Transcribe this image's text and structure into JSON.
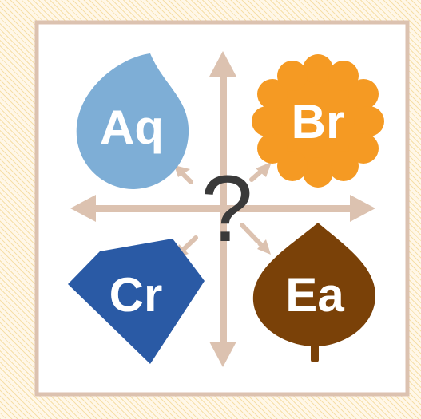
{
  "quadrants": {
    "top_left": {
      "label": "Aq",
      "shape": "water-drop-icon",
      "color": "#7eaed6"
    },
    "top_right": {
      "label": "Br",
      "shape": "flower-icon",
      "color": "#f59a23"
    },
    "bottom_left": {
      "label": "Cr",
      "shape": "gem-icon",
      "color": "#2a5aa5"
    },
    "bottom_right": {
      "label": "Ea",
      "shape": "leaf-icon",
      "color": "#7a4108"
    }
  },
  "center": {
    "symbol": "?"
  },
  "colors": {
    "frame": "#dcc2b0",
    "arrow": "#dcc2b0",
    "panel": "#ffffff",
    "question_mark": "#3a3a3a",
    "hatch": "#f6dfa8"
  }
}
